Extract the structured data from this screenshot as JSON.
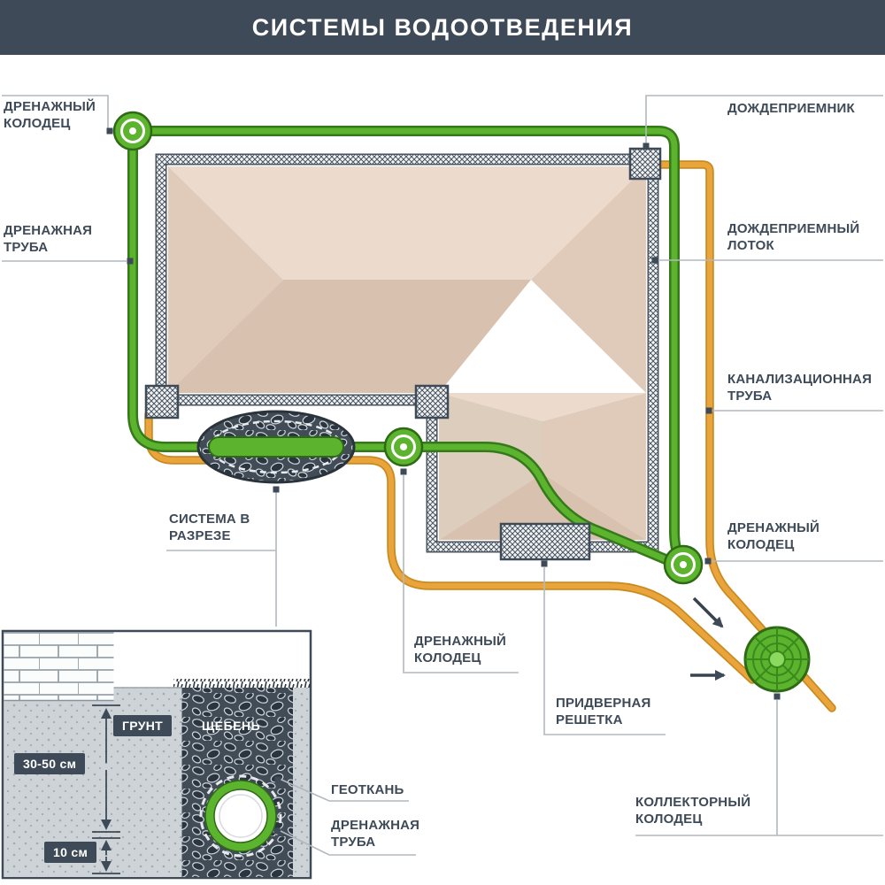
{
  "header": {
    "title": "СИСТЕМЫ ВОДООТВЕДЕНИЯ"
  },
  "labels": {
    "drain_well_top_left": "ДРЕНАЖНЫЙ КОЛОДЕЦ",
    "rain_inlet": "ДОЖДЕПРИЕМНИК",
    "drain_pipe_left": "ДРЕНАЖНАЯ ТРУБА",
    "rain_inlet_tray": "ДОЖДЕПРИЕМНЫЙ ЛОТОК",
    "sewer_pipe": "КАНАЛИЗАЦИОННАЯ ТРУБА",
    "drain_well_right": "ДРЕНАЖНЫЙ КОЛОДЕЦ",
    "system_in_section": "СИСТЕМА В РАЗРЕЗЕ",
    "drain_well_bottom": "ДРЕНАЖНЫЙ КОЛОДЕЦ",
    "door_grate": "ПРИДВЕРНАЯ РЕШЕТКА",
    "collector_well": "КОЛЛЕКТОРНЫЙ КОЛОДЕЦ",
    "geotextile": "ГЕОТКАНЬ",
    "drain_pipe_section": "ДРЕНАЖНАЯ ТРУБА"
  },
  "section_detail": {
    "soil": "ГРУНТ",
    "gravel": "ЩЕБЕНЬ",
    "depth_top": "30-50 см",
    "depth_bottom": "10 см"
  },
  "colors": {
    "header_bg": "#3e4a57",
    "label_text": "#3e4a57",
    "drainage_pipe_green": "#5cb32e",
    "drainage_pipe_green_dark": "#35791a",
    "sewer_pipe_orange": "#eaa43c",
    "sewer_pipe_orange_dark": "#c98a20",
    "roof_light": "#ecdbcc",
    "roof_mid": "#e0cbbb",
    "roof_dark": "#d8c1af",
    "hatch_dark": "#49545f"
  }
}
